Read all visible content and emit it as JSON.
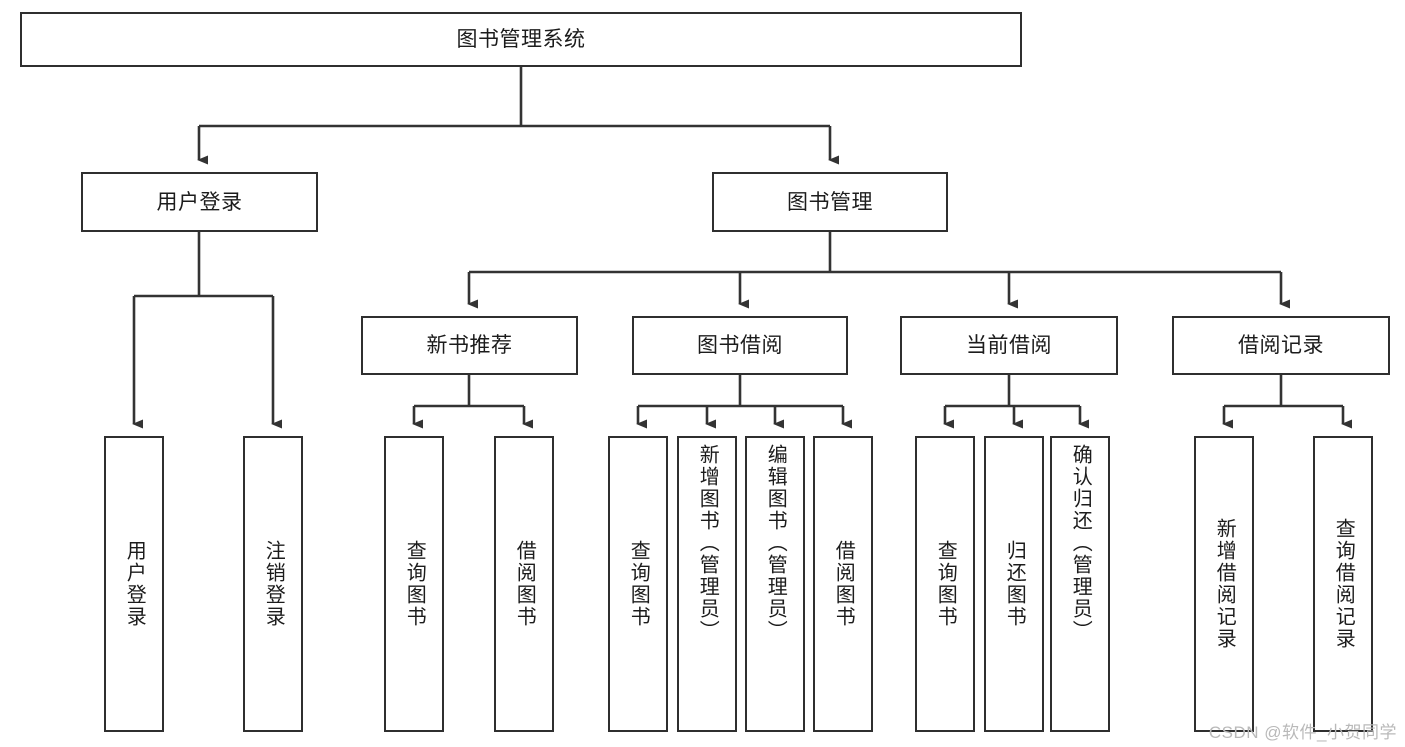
{
  "diagram": {
    "type": "tree-hierarchy",
    "title": "图书管理系统",
    "watermark": "CSDN @软件_小贺同学",
    "colors": {
      "box_border": "#2f2f2f",
      "box_fill": "#ffffff",
      "connector": "#333333",
      "text": "#1c1c1c",
      "watermark": "#b9b9b9",
      "background": "#ffffff"
    },
    "levels": {
      "root": {
        "label": "图书管理系统"
      },
      "level2": [
        {
          "id": "user-login",
          "label": "用户登录"
        },
        {
          "id": "book-management",
          "label": "图书管理"
        }
      ],
      "level3": [
        {
          "id": "new-book-recommend",
          "label": "新书推荐",
          "parent": "book-management"
        },
        {
          "id": "book-borrow",
          "label": "图书借阅",
          "parent": "book-management"
        },
        {
          "id": "current-borrow",
          "label": "当前借阅",
          "parent": "book-management"
        },
        {
          "id": "borrow-record",
          "label": "借阅记录",
          "parent": "book-management"
        }
      ],
      "leaves": [
        {
          "id": "leaf-user-login",
          "label": "用户登录",
          "parent": "user-login"
        },
        {
          "id": "leaf-logout",
          "label": "注销登录",
          "parent": "user-login"
        },
        {
          "id": "leaf-query-book-1",
          "label": "查询图书",
          "parent": "new-book-recommend"
        },
        {
          "id": "leaf-borrow-book-1",
          "label": "借阅图书",
          "parent": "new-book-recommend"
        },
        {
          "id": "leaf-query-book-2",
          "label": "查询图书",
          "parent": "book-borrow"
        },
        {
          "id": "leaf-add-book",
          "label": "新增图书（管理员）",
          "parent": "book-borrow"
        },
        {
          "id": "leaf-edit-book",
          "label": "编辑图书（管理员）",
          "parent": "book-borrow"
        },
        {
          "id": "leaf-borrow-book-2",
          "label": "借阅图书",
          "parent": "book-borrow"
        },
        {
          "id": "leaf-query-book-3",
          "label": "查询图书",
          "parent": "current-borrow"
        },
        {
          "id": "leaf-return-book",
          "label": "归还图书",
          "parent": "current-borrow"
        },
        {
          "id": "leaf-confirm-return",
          "label": "确认归还（管理员）",
          "parent": "current-borrow"
        },
        {
          "id": "leaf-add-record",
          "label": "新增借阅记录",
          "parent": "borrow-record"
        },
        {
          "id": "leaf-query-record",
          "label": "查询借阅记录",
          "parent": "borrow-record"
        }
      ]
    }
  }
}
